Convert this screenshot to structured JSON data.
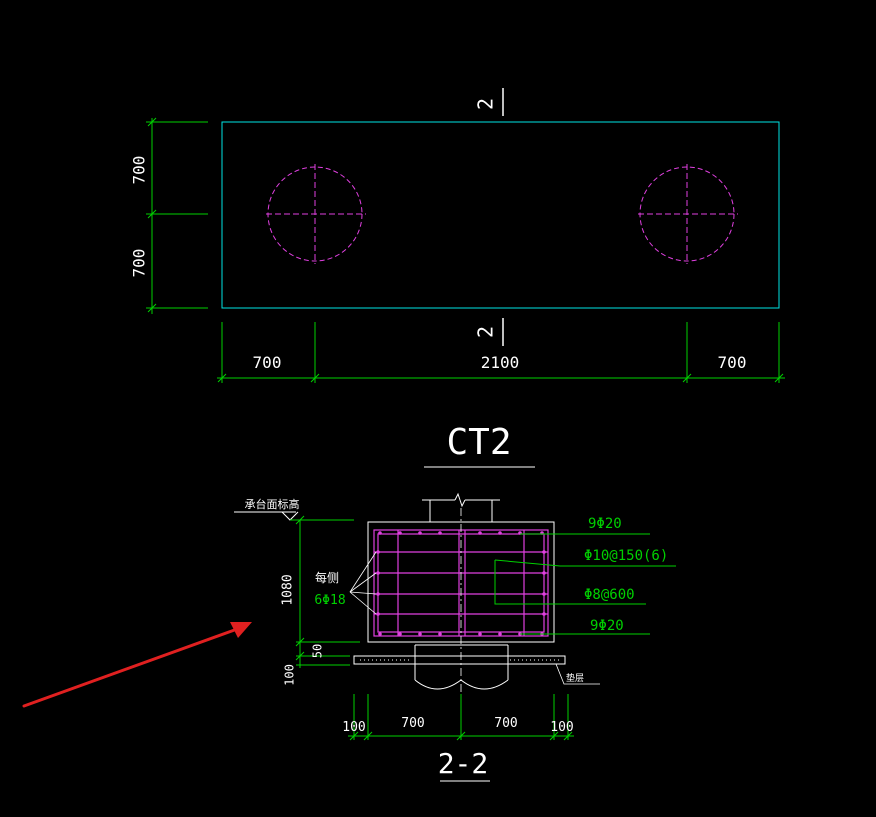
{
  "plan": {
    "section_mark_top": "2",
    "section_mark_bottom": "2",
    "dim_left_upper": "700",
    "dim_left_lower": "700",
    "dim_bottom_left": "700",
    "dim_bottom_mid": "2100",
    "dim_bottom_right": "700",
    "title": "CT2"
  },
  "section": {
    "elevation_label": "承台面标高",
    "height_total": "1080",
    "height_cover": "50",
    "height_bottom": "100",
    "side_bars_label_1": "每侧",
    "side_bars_label_2": "6Φ18",
    "rebar_top": "9Φ20",
    "rebar_stirrup": "Φ10@150(6)",
    "rebar_tie": "Φ8@600",
    "rebar_bottom": "9Φ20",
    "cushion_label": "垫层",
    "dim_b_left": "100",
    "dim_b_mid_left": "700",
    "dim_b_mid_right": "700",
    "dim_b_right": "100",
    "title": "2-2"
  },
  "colors": {
    "background": "#000000",
    "outline_cyan": "#00e5e5",
    "pile_magenta": "#e040e0",
    "dimension_green": "#00d000",
    "text_white": "#ffffff",
    "arrow_red": "#e02020"
  }
}
